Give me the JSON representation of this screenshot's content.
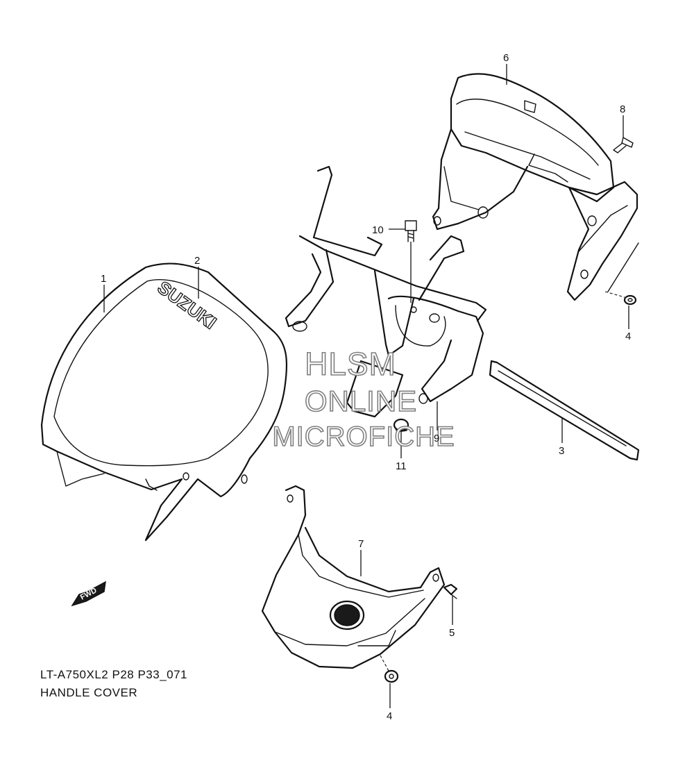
{
  "diagram": {
    "model_code": "LT-A750XL2 P28 P33_071",
    "title": "HANDLE COVER",
    "emblem_text": "SUZUKI",
    "direction_arrow_text": "FWD",
    "watermark": [
      "HLSM",
      "ONLINE",
      "MICROFICHE"
    ],
    "callouts": [
      {
        "id": "c1",
        "label": "1",
        "part": "front handle cover"
      },
      {
        "id": "c2",
        "label": "2",
        "part": "emblem"
      },
      {
        "id": "c3",
        "label": "3",
        "part": "gasket strip"
      },
      {
        "id": "c4a",
        "label": "4",
        "part": "nut"
      },
      {
        "id": "c4b",
        "label": "4",
        "part": "nut"
      },
      {
        "id": "c5",
        "label": "5",
        "part": "clip"
      },
      {
        "id": "c6",
        "label": "6",
        "part": "rear handle cover"
      },
      {
        "id": "c7",
        "label": "7",
        "part": "lower handle cover"
      },
      {
        "id": "c8",
        "label": "8",
        "part": "screw"
      },
      {
        "id": "c9",
        "label": "9",
        "part": "bracket"
      },
      {
        "id": "c10",
        "label": "10",
        "part": "bolt"
      },
      {
        "id": "c11",
        "label": "11",
        "part": "cushion"
      }
    ]
  }
}
